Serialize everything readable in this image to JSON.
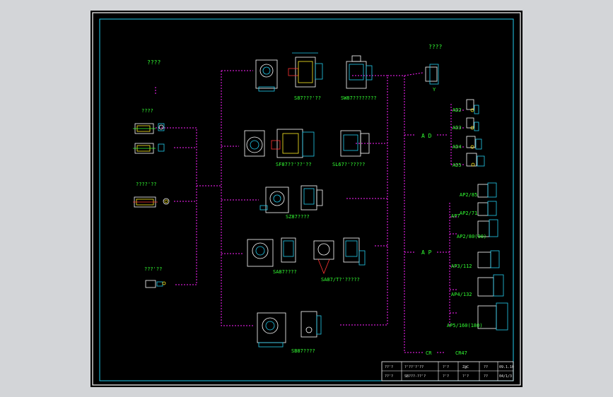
{
  "labels": {
    "input_head": "????",
    "input_a": "????",
    "input_b": "????'??",
    "input_c": "???'??",
    "s_a": "S87???'??",
    "s_b": "SW87????????",
    "sf": "SF87??'??'??",
    "sl": "SL67?'?????",
    "sz": "SZ87????",
    "sa": "SA87????",
    "sat": "SA87/T?'?????",
    "sb": "SB87????",
    "out_head": "????",
    "y": "Y",
    "ad": "A D",
    "ad2": "AD2",
    "ad3": "AD3",
    "ad4": "AD4",
    "ad5": "AD5",
    "ap": "A P",
    "ap_a": "AP2/85",
    "ap_b": "AP2/71",
    "ap_c": "AP2/80(90)",
    "ap_d": "AP3/112",
    "ap_e": "AP4/132",
    "ap_f": "AP5/160(180)",
    "ap7": "AP7",
    "cr": "CR",
    "cr7": "CR47"
  },
  "title_block": {
    "r1c1": "??'?",
    "r1c2": "?'??'?'??",
    "r1c3": "?'?",
    "r1c4": "Z@C",
    "r1c5": "??",
    "r1c6": "09.1.10",
    "r2c1": "??'?",
    "r2c2": "SB???-??'?",
    "r2c3": "?'?",
    "r2c4": "?'?",
    "r2c5": "??",
    "r2c6": "04/1/3"
  },
  "colors": {
    "sheet": "#000000",
    "border": "#ffffff",
    "frame": "#22ccee",
    "leader": "#ff22ff",
    "text": "#33ff33",
    "accent": "#ffee22"
  }
}
